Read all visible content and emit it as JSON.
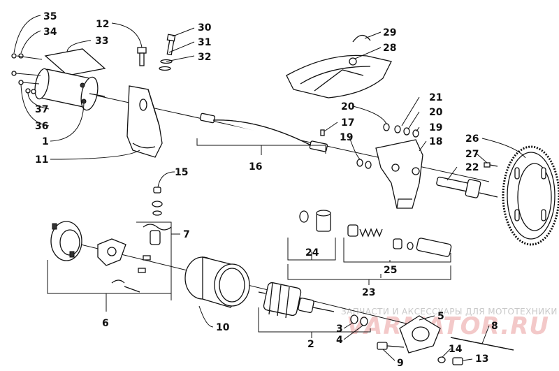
{
  "watermark": {
    "caption": "ЗАПЧАСТИ И АКСЕССУАРЫ ДЛЯ МОТОТЕХНИКИ",
    "logo": "VARMATOR.RU"
  },
  "callouts": [
    {
      "id": "c35",
      "text": "35"
    },
    {
      "id": "c34",
      "text": "34"
    },
    {
      "id": "c33",
      "text": "33"
    },
    {
      "id": "c12",
      "text": "12"
    },
    {
      "id": "c30",
      "text": "30"
    },
    {
      "id": "c31",
      "text": "31"
    },
    {
      "id": "c32",
      "text": "32"
    },
    {
      "id": "c29",
      "text": "29"
    },
    {
      "id": "c28",
      "text": "28"
    },
    {
      "id": "c37",
      "text": "37"
    },
    {
      "id": "c36",
      "text": "36"
    },
    {
      "id": "c1",
      "text": "1"
    },
    {
      "id": "c11",
      "text": "11"
    },
    {
      "id": "c21",
      "text": "21"
    },
    {
      "id": "c20a",
      "text": "20"
    },
    {
      "id": "c20b",
      "text": "20"
    },
    {
      "id": "c19a",
      "text": "19"
    },
    {
      "id": "c17",
      "text": "17"
    },
    {
      "id": "c19b",
      "text": "19"
    },
    {
      "id": "c18",
      "text": "18"
    },
    {
      "id": "c16",
      "text": "16"
    },
    {
      "id": "c26",
      "text": "26"
    },
    {
      "id": "c27",
      "text": "27"
    },
    {
      "id": "c22",
      "text": "22"
    },
    {
      "id": "c15",
      "text": "15"
    },
    {
      "id": "c7",
      "text": "7"
    },
    {
      "id": "c24",
      "text": "24"
    },
    {
      "id": "c25",
      "text": "25"
    },
    {
      "id": "c23",
      "text": "23"
    },
    {
      "id": "c6",
      "text": "6"
    },
    {
      "id": "c10",
      "text": "10"
    },
    {
      "id": "c3",
      "text": "3"
    },
    {
      "id": "c4",
      "text": "4"
    },
    {
      "id": "c5",
      "text": "5"
    },
    {
      "id": "c8",
      "text": "8"
    },
    {
      "id": "c2",
      "text": "2"
    },
    {
      "id": "c14",
      "text": "14"
    },
    {
      "id": "c9",
      "text": "9"
    },
    {
      "id": "c13",
      "text": "13"
    }
  ]
}
